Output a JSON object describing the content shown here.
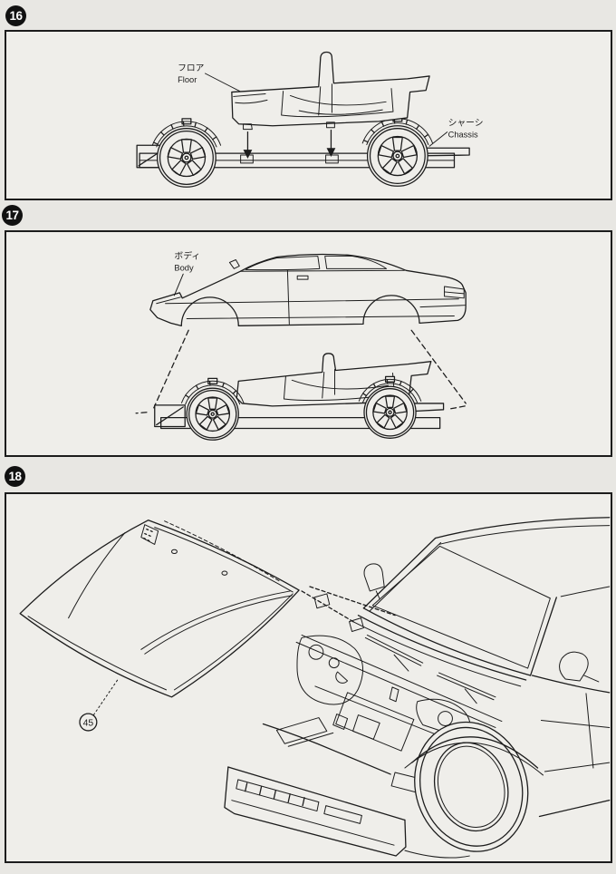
{
  "page": {
    "background": "#e8e7e3",
    "panel_background": "#efeeea",
    "line_color": "#1c1c1c",
    "badge_color": "#111111",
    "badge_text_color": "#ffffff"
  },
  "steps": [
    {
      "number": "16",
      "callouts": [
        {
          "jp": "フロア",
          "en": "Floor"
        },
        {
          "jp": "シャーシ",
          "en": "Chassis"
        }
      ]
    },
    {
      "number": "17",
      "callouts": [
        {
          "jp": "ボディ",
          "en": "Body"
        }
      ]
    },
    {
      "number": "18",
      "part_number": "45"
    }
  ]
}
